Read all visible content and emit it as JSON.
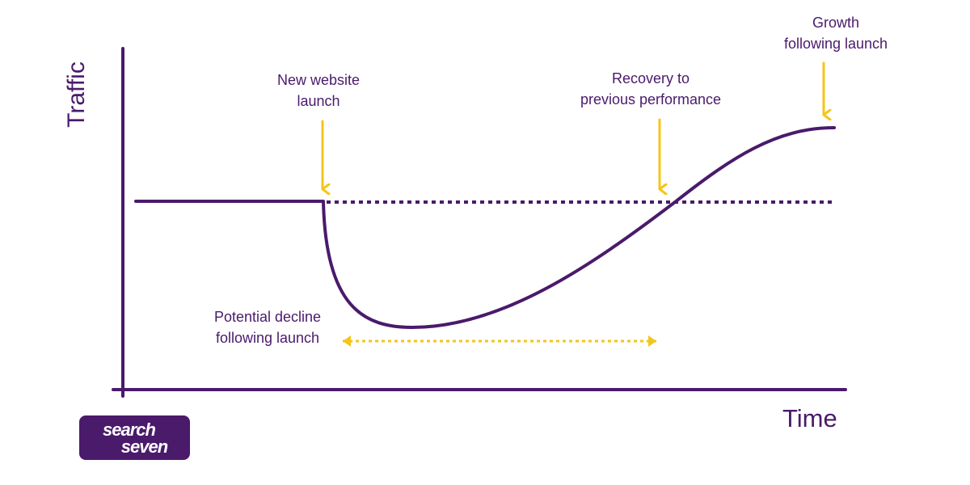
{
  "colors": {
    "primary": "#4a1a6b",
    "accent": "#f5c518",
    "background": "#ffffff",
    "text": "#4a1a6b"
  },
  "axes": {
    "y_label": "Traffic",
    "x_label": "Time"
  },
  "annotations": {
    "launch": {
      "lines": [
        "New website",
        "launch"
      ]
    },
    "recovery": {
      "lines": [
        "Recovery to",
        "previous performance"
      ]
    },
    "growth": {
      "lines": [
        "Growth",
        "following launch"
      ]
    },
    "decline": {
      "lines": [
        "Potential decline",
        "following launch"
      ]
    }
  },
  "logo": {
    "line1": "search",
    "line2": "seven"
  }
}
